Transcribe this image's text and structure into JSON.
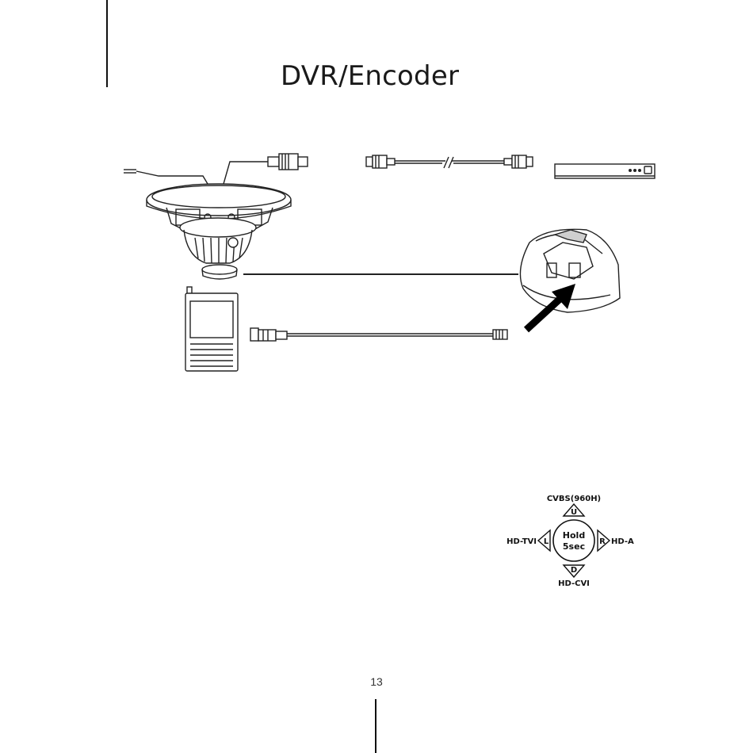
{
  "document": {
    "title": "DVR/Encoder",
    "page_number": "13"
  },
  "osd_joystick": {
    "center_top": "Hold",
    "center_bottom": "5sec",
    "up_key": "U",
    "down_key": "D",
    "left_key": "L",
    "right_key": "R",
    "up_label": "CVBS(960H)",
    "down_label": "HD-CVI",
    "left_label": "HD-TVI",
    "right_label": "HD-A"
  },
  "icons": [
    "dome-camera-icon",
    "bnc-cable-icon",
    "dvr-recorder-icon",
    "test-monitor-icon",
    "camera-closeup-icon",
    "arrow-icon",
    "joystick-icon"
  ]
}
